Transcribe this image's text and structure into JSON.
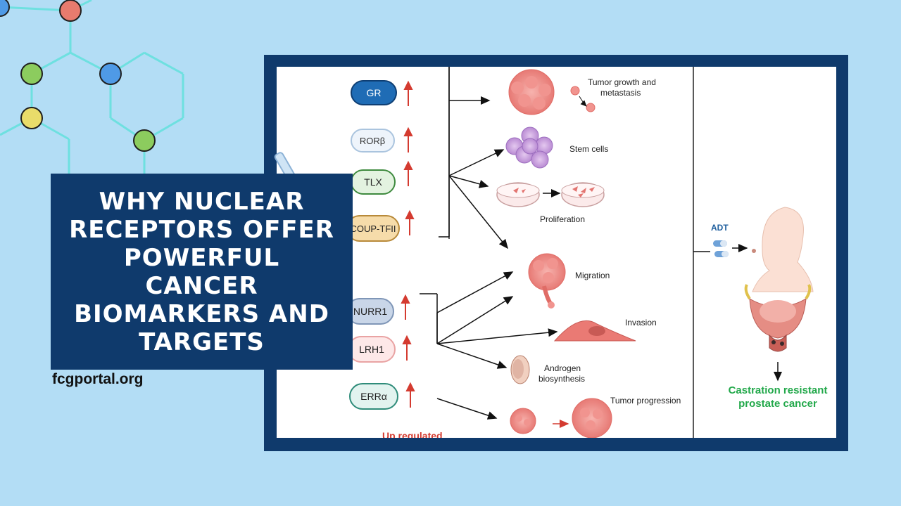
{
  "title": "WHY NUCLEAR RECEPTORS OFFER POWERFUL CANCER BIOMARKERS AND TARGETS",
  "site": "fcgportal.org",
  "colors": {
    "background": "#b3ddf5",
    "navy": "#0f3a6c",
    "arrow_red": "#d43b30",
    "result_green": "#22a84a"
  },
  "figure": {
    "receptors": [
      {
        "label": "GR"
      },
      {
        "label": "RORβ"
      },
      {
        "label": "TLX"
      },
      {
        "label": "COUP-TFII"
      },
      {
        "label": "NURR1"
      },
      {
        "label": "LRH1"
      },
      {
        "label": "ERRα"
      }
    ],
    "outcomes": {
      "tumor_growth_1": "Tumor growth and",
      "tumor_growth_2": "metastasis",
      "stem_cells": "Stem cells",
      "proliferation": "Proliferation",
      "migration": "Migration",
      "invasion": "Invasion",
      "androgen_1": "Androgen",
      "androgen_2": "biosynthesis",
      "tumor_progression": "Tumor progression"
    },
    "up_regulated": "Up regulated",
    "adt": "ADT",
    "result_1": "Castration resistant",
    "result_2": "prostate cancer"
  }
}
